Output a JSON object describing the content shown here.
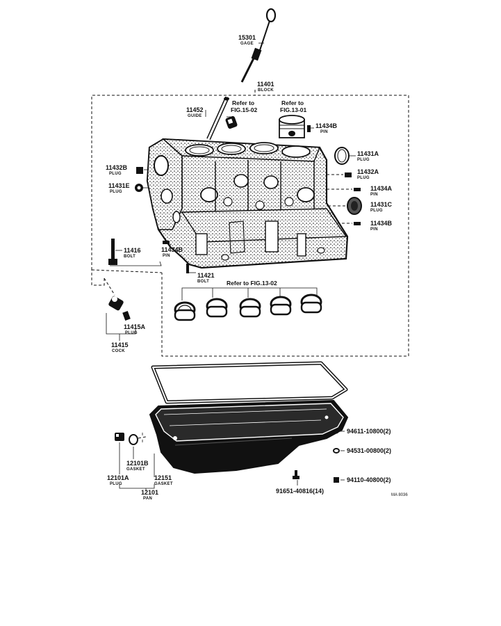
{
  "parts": {
    "p15301": {
      "number": "15301",
      "name": "GAGE"
    },
    "p11401": {
      "number": "11401",
      "name": "BLOCK"
    },
    "p11452": {
      "number": "11452",
      "name": "GUIDE"
    },
    "p11434B_top": {
      "number": "11434B",
      "name": "PIN"
    },
    "p11431A": {
      "number": "11431A",
      "name": "PLUG"
    },
    "p11432B": {
      "number": "11432B",
      "name": "PLUG"
    },
    "p11432A": {
      "number": "11432A",
      "name": "PLUG"
    },
    "p11431E": {
      "number": "11431E",
      "name": "PLUG"
    },
    "p11434A": {
      "number": "11434A",
      "name": "PIN"
    },
    "p11431C": {
      "number": "11431C",
      "name": "PLUG"
    },
    "p11434B_right": {
      "number": "11434B",
      "name": "PIN"
    },
    "p11416": {
      "number": "11416",
      "name": "BOLT"
    },
    "p11434B_low": {
      "number": "11434B",
      "name": "PIN"
    },
    "p11421": {
      "number": "11421",
      "name": "BOLT"
    },
    "p11415A": {
      "number": "11415A",
      "name": "PLUG"
    },
    "p11415": {
      "number": "11415",
      "name": "COCK"
    },
    "p12101B": {
      "number": "12101B",
      "name": "GASKET"
    },
    "p12101A": {
      "number": "12101A",
      "name": "PLUG"
    },
    "p12151": {
      "number": "12151",
      "name": "GASKET"
    },
    "p12101": {
      "number": "12101",
      "name": "PAN"
    }
  },
  "refs": {
    "fig1502_a": "Refer to",
    "fig1502_b": "FIG.15-02",
    "fig1301_a": "Refer to",
    "fig1301_b": "FIG.13-01",
    "fig1302": "Refer to FIG.13-02"
  },
  "fasteners": {
    "f1": "94611-10800(2)",
    "f2": "94531-00800(2)",
    "f3": "94110-40800(2)",
    "f4": "91651-40816(14)"
  },
  "figure_code": "MA 8036"
}
